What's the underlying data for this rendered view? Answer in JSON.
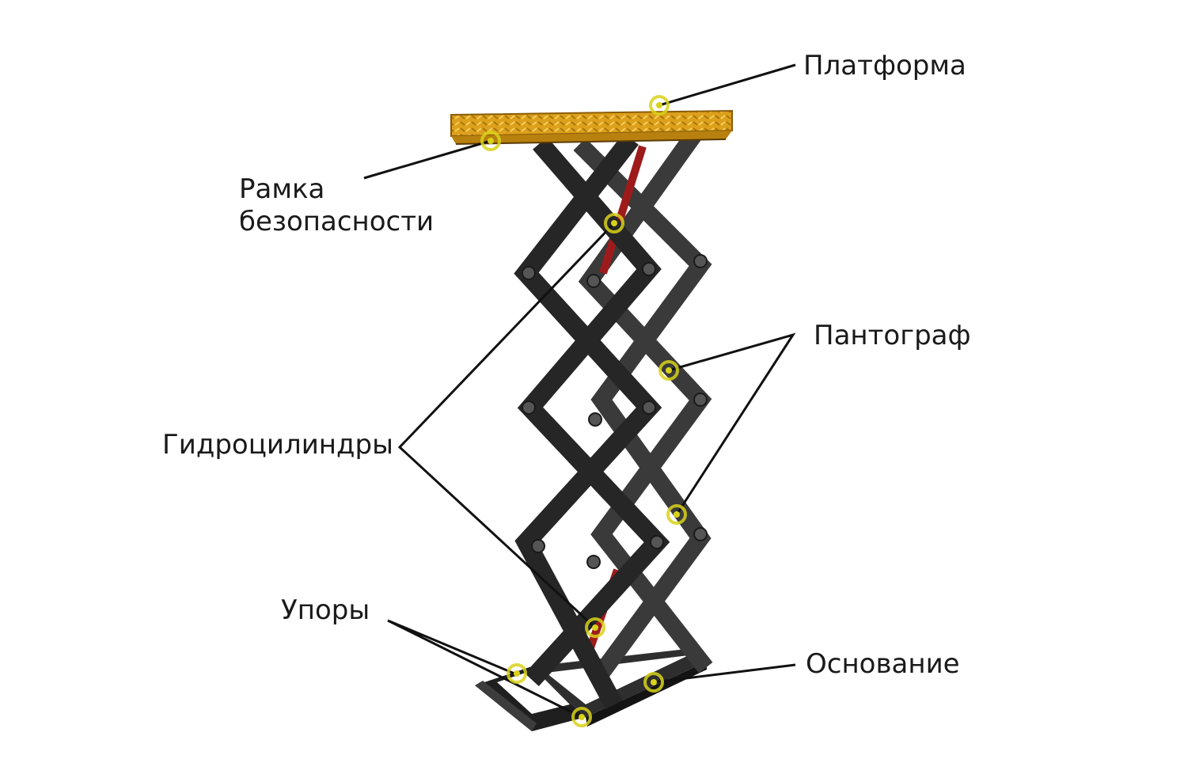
{
  "labels": {
    "platform": "Платформа",
    "safety_frame_line1": "Рамка",
    "safety_frame_line2": "безопасности",
    "pantograph": "Пантограф",
    "cylinders": "Гидроцилиндры",
    "stops": "Упоры",
    "base": "Основание"
  },
  "colors": {
    "platform_top": "#e0a520",
    "platform_side": "#b8800e",
    "frame": "#2b2b2b",
    "frame_light": "#4a4a4a",
    "cylinder": "#9e1b1b",
    "marker": "#d8d21a",
    "leader": "#111111"
  }
}
